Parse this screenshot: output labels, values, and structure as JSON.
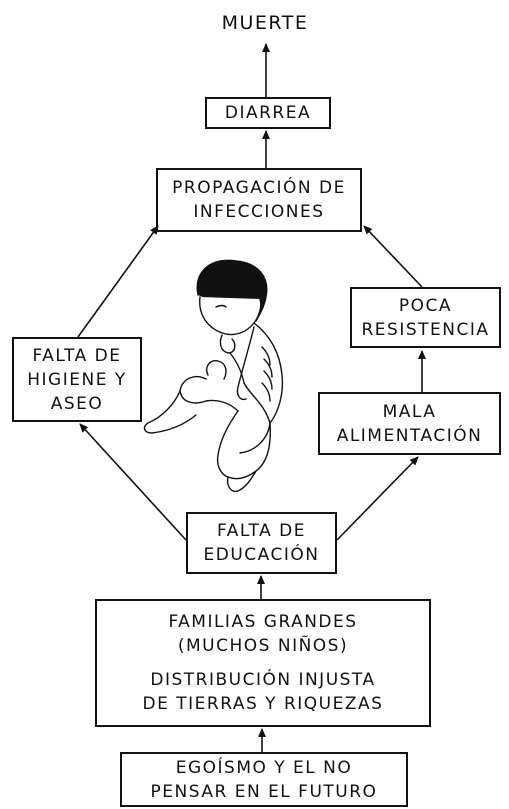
{
  "diagram": {
    "top_label": "MUERTE",
    "nodes": {
      "diarrea": [
        "DIARREA"
      ],
      "propagacion": [
        "PROPAGACIÓN DE",
        "INFECCIONES"
      ],
      "poca_resistencia": [
        "POCA",
        "RESISTENCIA"
      ],
      "falta_higiene": [
        "FALTA DE",
        "HIGIENE Y",
        "ASEO"
      ],
      "mala_alimentacion": [
        "MALA",
        "ALIMENTACIÓN"
      ],
      "falta_educacion": [
        "FALTA DE",
        "EDUCACIÓN"
      ],
      "familias": [
        "FAMILIAS GRANDES",
        "(MUCHOS NIÑOS)"
      ],
      "distribucion": [
        "DISTRIBUCIÓN INJUSTA",
        "DE TIERRAS Y RIQUEZAS"
      ],
      "egoismo": [
        "EGOÍSMO Y EL NO",
        "PENSAR EN EL FUTURO"
      ]
    },
    "illustration": "malnourished-child-illustration"
  }
}
